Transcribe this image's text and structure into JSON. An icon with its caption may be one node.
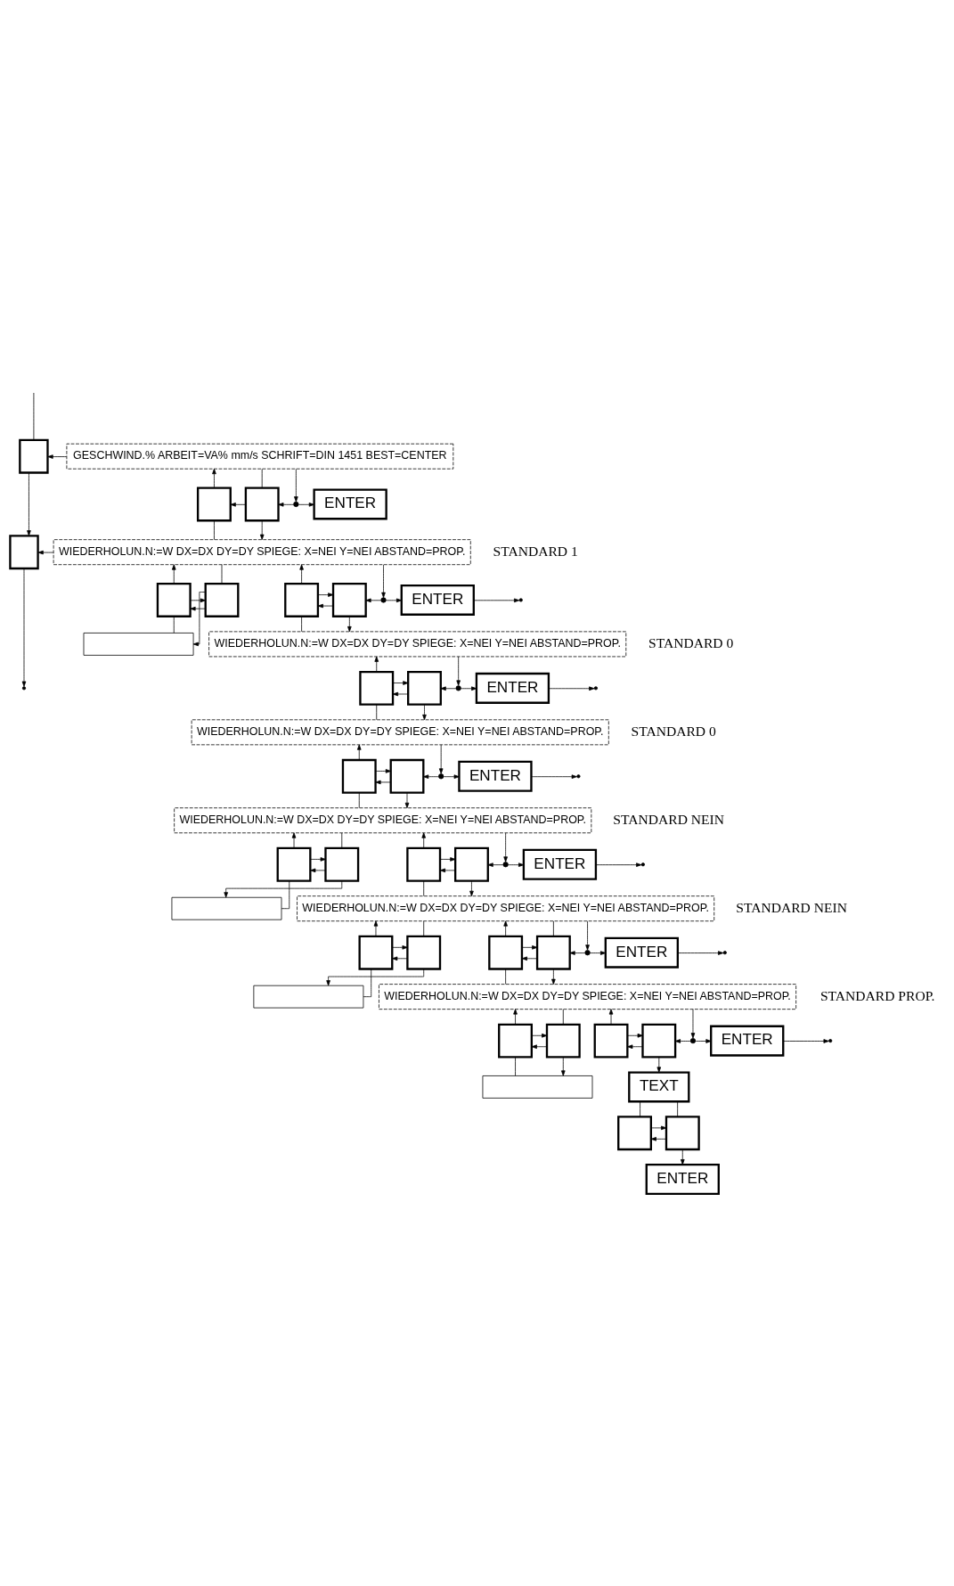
{
  "diagram": {
    "nodes": [
      {
        "text": [],
        "shape": "box"
      },
      {
        "text": [
          "GESCHWIND.% ARBEIT=VA% mm/s SCHRIFT=DIN 1451 BEST=CENTER"
        ]
      },
      {
        "text": [],
        "shape": "box"
      },
      {
        "text": [],
        "shape": "box"
      },
      {
        "text": [],
        "shape": "circle"
      },
      {
        "text": [
          "ENTER"
        ]
      },
      {
        "text": [],
        "shape": "box"
      },
      {
        "text": [
          "WIEDERHOLUN.N:=W DX=DX DY=DY SPIEGE: X=NEI Y=NEI ABSTAND=PROP."
        ],
        "beside": [
          "STANDARD 1"
        ]
      },
      {
        "text": [],
        "shape": "box"
      },
      {
        "text": [],
        "shape": "box"
      },
      {
        "text": [],
        "shape": "box"
      },
      {
        "text": [],
        "shape": "box"
      },
      {
        "text": [],
        "shape": "circle"
      },
      {
        "text": [
          "ENTER"
        ]
      },
      {
        "text": [],
        "shape": "box"
      },
      {
        "text": [
          "WIEDERHOLUN.N:=W DX=DX DY=DY SPIEGE: X=NEI Y=NEI ABSTAND=PROP."
        ],
        "beside": [
          "STANDARD 0"
        ]
      },
      {
        "text": [],
        "shape": "box"
      },
      {
        "text": [],
        "shape": "box"
      },
      {
        "text": [],
        "shape": "circle"
      },
      {
        "text": [
          "ENTER"
        ]
      },
      {
        "text": [
          "WIEDERHOLUN.N:=W DX=DX DY=DY SPIEGE: X=NEI Y=NEI ABSTAND=PROP."
        ],
        "beside": [
          "STANDARD 0"
        ]
      },
      {
        "text": [],
        "shape": "box"
      },
      {
        "text": [],
        "shape": "box"
      },
      {
        "text": [],
        "shape": "circle"
      },
      {
        "text": [
          "ENTER"
        ]
      },
      {
        "text": [
          "WIEDERHOLUN.N:=W DX=DX DY=DY SPIEGE: X=NEI Y=NEI ABSTAND=PROP."
        ],
        "beside": [
          "STANDARD NEIN"
        ]
      },
      {
        "text": [],
        "shape": "box"
      },
      {
        "text": [],
        "shape": "box"
      },
      {
        "text": [],
        "shape": "box"
      },
      {
        "text": [],
        "shape": "box"
      },
      {
        "text": [],
        "shape": "circle"
      },
      {
        "text": [
          "ENTER"
        ]
      },
      {
        "text": [],
        "shape": "box"
      },
      {
        "text": [
          "WIEDERHOLUN.N:=W DX=DX DY=DY SPIEGE: X=NEI Y=NEI ABSTAND=PROP."
        ],
        "beside": [
          "STANDARD NEIN"
        ]
      },
      {
        "text": [],
        "shape": "box"
      },
      {
        "text": [],
        "shape": "box"
      },
      {
        "text": [],
        "shape": "box"
      },
      {
        "text": [],
        "shape": "box"
      },
      {
        "text": [],
        "shape": "circle"
      },
      {
        "text": [
          "ENTER"
        ]
      },
      {
        "text": [],
        "shape": "box"
      },
      {
        "text": [
          "WIEDERHOLUN.N:=W DX=DX DY=DY SPIEGE: X=NEI Y=NEI ABSTAND=PROP."
        ],
        "beside": [
          "STANDARD PROP."
        ]
      },
      {
        "text": [],
        "shape": "box"
      },
      {
        "text": [],
        "shape": "box"
      },
      {
        "text": [],
        "shape": "box"
      },
      {
        "text": [],
        "shape": "box"
      },
      {
        "text": [],
        "shape": "circle"
      },
      {
        "text": [
          "ENTER"
        ]
      },
      {
        "text": [],
        "shape": "box"
      },
      {
        "text": [
          "TEXT"
        ]
      },
      {
        "text": [],
        "shape": "box"
      },
      {
        "text": [],
        "shape": "box"
      },
      {
        "text": [
          "ENTER"
        ]
      }
    ],
    "edges": [
      {
        "from": null,
        "to": 0,
        "arrow": "none"
      },
      {
        "from": 0,
        "to": 6,
        "arrow": "to"
      },
      {
        "from": 6,
        "to": null,
        "arrow": "to"
      },
      {
        "from": 1,
        "to": 0,
        "arrow": "to"
      },
      {
        "from": 7,
        "to": 6,
        "arrow": "to"
      },
      {
        "from": 2,
        "to": 1,
        "arrow": "to"
      },
      {
        "from": 1,
        "to": 3,
        "arrow": "none"
      },
      {
        "from": 3,
        "to": 2,
        "arrow": "to"
      },
      {
        "from": 4,
        "to": 3,
        "arrow": "to"
      },
      {
        "from": 4,
        "to": 5,
        "arrow": "to"
      },
      {
        "from": 1,
        "to": 4,
        "arrow": "to"
      },
      {
        "from": 2,
        "to": 7,
        "arrow": "none"
      },
      {
        "from": 3,
        "to": 7,
        "arrow": "to"
      },
      {
        "from": 8,
        "to": 7,
        "arrow": "to"
      },
      {
        "from": 7,
        "to": 9,
        "arrow": "none"
      },
      {
        "from": 8,
        "to": 9,
        "arrow": "to"
      },
      {
        "from": 9,
        "to": 8,
        "arrow": "to"
      },
      {
        "from": 10,
        "to": 7,
        "arrow": "to"
      },
      {
        "from": 10,
        "to": 11,
        "arrow": "to"
      },
      {
        "from": 11,
        "to": 10,
        "arrow": "to"
      },
      {
        "from": 12,
        "to": 11,
        "arrow": "to"
      },
      {
        "from": 12,
        "to": 13,
        "arrow": "to"
      },
      {
        "from": 7,
        "to": 12,
        "arrow": "to"
      },
      {
        "from": 13,
        "to": null,
        "arrow": "to"
      },
      {
        "from": 8,
        "to": 14,
        "arrow": "none"
      },
      {
        "from": 9,
        "to": 14,
        "arrow": "to"
      },
      {
        "from": 10,
        "to": 15,
        "arrow": "none"
      },
      {
        "from": 11,
        "to": 15,
        "arrow": "to"
      },
      {
        "from": 16,
        "to": 15,
        "arrow": "to"
      },
      {
        "from": 16,
        "to": 17,
        "arrow": "to"
      },
      {
        "from": 17,
        "to": 16,
        "arrow": "to"
      },
      {
        "from": 18,
        "to": 17,
        "arrow": "to"
      },
      {
        "from": 18,
        "to": 19,
        "arrow": "to"
      },
      {
        "from": 15,
        "to": 18,
        "arrow": "to"
      },
      {
        "from": 19,
        "to": null,
        "arrow": "to"
      },
      {
        "from": 16,
        "to": 20,
        "arrow": "none"
      },
      {
        "from": 17,
        "to": 20,
        "arrow": "to"
      },
      {
        "from": 21,
        "to": 20,
        "arrow": "to"
      },
      {
        "from": 21,
        "to": 22,
        "arrow": "to"
      },
      {
        "from": 22,
        "to": 21,
        "arrow": "to"
      },
      {
        "from": 23,
        "to": 22,
        "arrow": "to"
      },
      {
        "from": 23,
        "to": 24,
        "arrow": "to"
      },
      {
        "from": 20,
        "to": 23,
        "arrow": "to"
      },
      {
        "from": 24,
        "to": null,
        "arrow": "to"
      },
      {
        "from": 21,
        "to": 25,
        "arrow": "none"
      },
      {
        "from": 22,
        "to": 25,
        "arrow": "to"
      },
      {
        "from": 26,
        "to": 25,
        "arrow": "to"
      },
      {
        "from": 25,
        "to": 27,
        "arrow": "none"
      },
      {
        "from": 26,
        "to": 27,
        "arrow": "to"
      },
      {
        "from": 27,
        "to": 26,
        "arrow": "to"
      },
      {
        "from": 28,
        "to": 25,
        "arrow": "to"
      },
      {
        "from": 28,
        "to": 29,
        "arrow": "to"
      },
      {
        "from": 29,
        "to": 28,
        "arrow": "to"
      },
      {
        "from": 30,
        "to": 29,
        "arrow": "to"
      },
      {
        "from": 30,
        "to": 31,
        "arrow": "to"
      },
      {
        "from": 25,
        "to": 30,
        "arrow": "to"
      },
      {
        "from": 31,
        "to": null,
        "arrow": "to"
      },
      {
        "from": 26,
        "to": 32,
        "arrow": "none"
      },
      {
        "from": 27,
        "to": 32,
        "arrow": "to"
      },
      {
        "from": 28,
        "to": 33,
        "arrow": "none"
      },
      {
        "from": 29,
        "to": 33,
        "arrow": "to"
      },
      {
        "from": 34,
        "to": 33,
        "arrow": "to"
      },
      {
        "from": 33,
        "to": 35,
        "arrow": "none"
      },
      {
        "from": 34,
        "to": 35,
        "arrow": "to"
      },
      {
        "from": 35,
        "to": 34,
        "arrow": "to"
      },
      {
        "from": 36,
        "to": 33,
        "arrow": "to"
      },
      {
        "from": 33,
        "to": 37,
        "arrow": "none"
      },
      {
        "from": 36,
        "to": 37,
        "arrow": "to"
      },
      {
        "from": 37,
        "to": 36,
        "arrow": "to"
      },
      {
        "from": 38,
        "to": 37,
        "arrow": "to"
      },
      {
        "from": 38,
        "to": 39,
        "arrow": "to"
      },
      {
        "from": 33,
        "to": 38,
        "arrow": "to"
      },
      {
        "from": 39,
        "to": null,
        "arrow": "to"
      },
      {
        "from": 34,
        "to": 40,
        "arrow": "none"
      },
      {
        "from": 35,
        "to": 40,
        "arrow": "to"
      },
      {
        "from": 36,
        "to": 41,
        "arrow": "none"
      },
      {
        "from": 37,
        "to": 41,
        "arrow": "to"
      },
      {
        "from": 42,
        "to": 41,
        "arrow": "to"
      },
      {
        "from": 41,
        "to": 43,
        "arrow": "none"
      },
      {
        "from": 42,
        "to": 43,
        "arrow": "to"
      },
      {
        "from": 43,
        "to": 42,
        "arrow": "to"
      },
      {
        "from": 44,
        "to": 41,
        "arrow": "to"
      },
      {
        "from": 44,
        "to": 45,
        "arrow": "to"
      },
      {
        "from": 45,
        "to": 44,
        "arrow": "to"
      },
      {
        "from": 46,
        "to": 45,
        "arrow": "to"
      },
      {
        "from": 46,
        "to": 47,
        "arrow": "to"
      },
      {
        "from": 41,
        "to": 46,
        "arrow": "to"
      },
      {
        "from": 47,
        "to": null,
        "arrow": "to"
      },
      {
        "from": 42,
        "to": 48,
        "arrow": "none"
      },
      {
        "from": 43,
        "to": 48,
        "arrow": "to"
      },
      {
        "from": 45,
        "to": 49,
        "arrow": "to"
      },
      {
        "from": 49,
        "to": 50,
        "arrow": "none"
      },
      {
        "from": 49,
        "to": 51,
        "arrow": "none"
      },
      {
        "from": 50,
        "to": 51,
        "arrow": "to"
      },
      {
        "from": 51,
        "to": 50,
        "arrow": "to"
      },
      {
        "from": 51,
        "to": 52,
        "arrow": "to"
      }
    ]
  }
}
